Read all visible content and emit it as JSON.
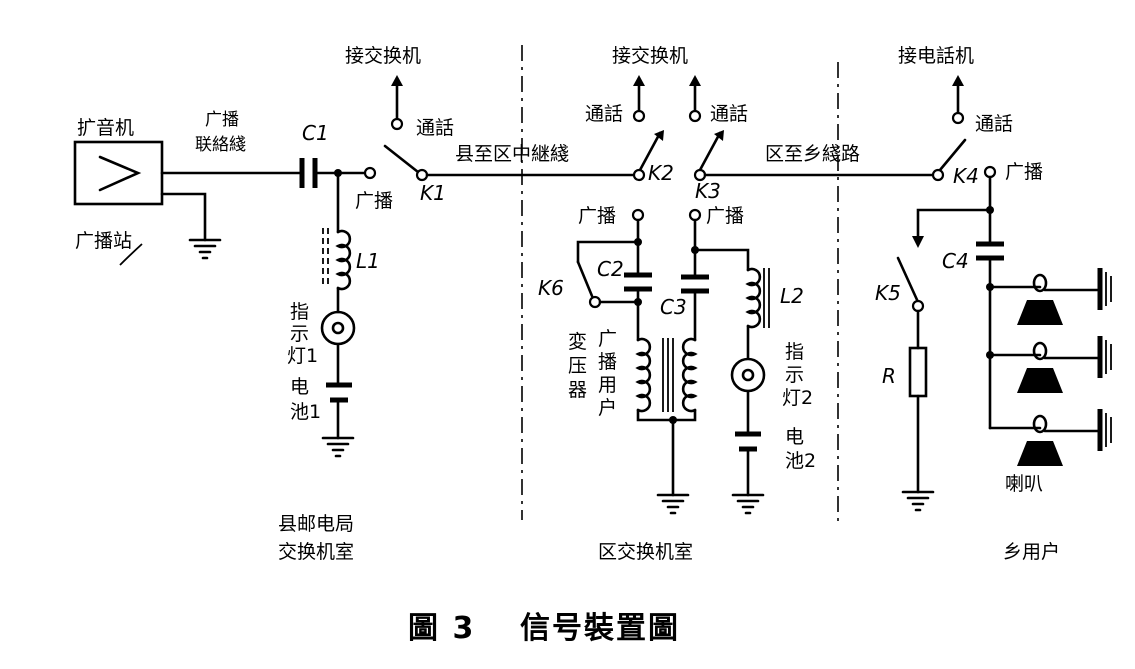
{
  "labels": {
    "amplifier": "扩音机",
    "station": "广播站",
    "liaison_line": [
      "广播",
      "联絡綫"
    ],
    "c1": "C1",
    "l1": "L1",
    "broadcast": "广播",
    "k1": "K1",
    "lamp1": [
      "指",
      "示",
      "灯1"
    ],
    "battery1": [
      "电",
      "池1"
    ],
    "to_exchange_left": "接交换机",
    "talk": "通話",
    "county_trunk": "县至区中継綫",
    "k2": "K2",
    "k3": "K3",
    "to_exchange_mid": "接交换机",
    "k6": "K6",
    "c2": "C2",
    "c3": "C3",
    "l2": "L2",
    "transformer": [
      "変",
      "压",
      "器"
    ],
    "broadcast_user": [
      "广",
      "播",
      "用",
      "户"
    ],
    "lamp2": [
      "指",
      "示",
      "灯2"
    ],
    "battery2": [
      "电",
      "池2"
    ],
    "district_line": "区至乡綫路",
    "to_phone": "接电話机",
    "k4": "K4",
    "c4": "C4",
    "k5": "K5",
    "r": "R",
    "speaker": "喇叭",
    "section_county": [
      "县邮电局",
      "交换机室"
    ],
    "section_district": "区交换机室",
    "section_village": "乡用户"
  },
  "caption": {
    "number": "圖 3",
    "title": "信号裝置圖"
  }
}
